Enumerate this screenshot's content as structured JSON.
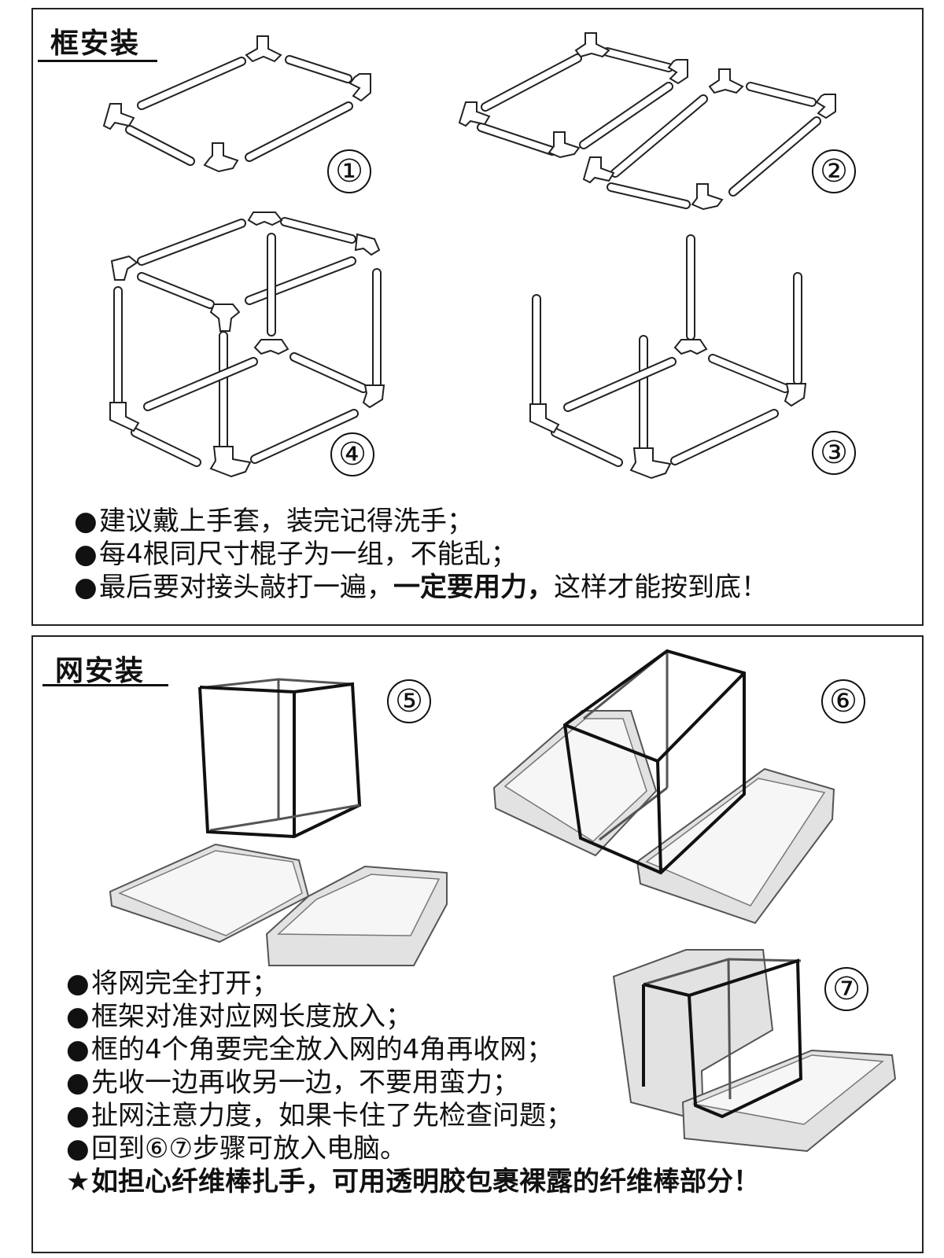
{
  "frame_section": {
    "title": "框安装",
    "steps": [
      "①",
      "②",
      "③",
      "④"
    ],
    "tips": [
      {
        "bullet": "●",
        "text": "建议戴上手套，装完记得洗手；"
      },
      {
        "bullet": "●",
        "text": "每4根同尺寸棍子为一组，不能乱；"
      },
      {
        "bullet": "●",
        "text_before": "最后要对接头敲打一遍，",
        "text_bold": "一定要用力，",
        "text_after": "这样才能按到底！"
      }
    ]
  },
  "net_section": {
    "title": "网安装",
    "steps": [
      "⑤",
      "⑥",
      "⑦"
    ],
    "tips": [
      {
        "bullet": "●",
        "text": "将网完全打开；"
      },
      {
        "bullet": "●",
        "text": "框架对准对应网长度放入；"
      },
      {
        "bullet": "●",
        "text": "框的4个角要完全放入网的4角再收网；"
      },
      {
        "bullet": "●",
        "text": "先收一边再收另一边，不要用蛮力；"
      },
      {
        "bullet": "●",
        "text": "扯网注意力度，如果卡住了先检查问题；"
      },
      {
        "bullet": "●",
        "text": "回到⑥⑦步骤可放入电脑。"
      }
    ],
    "note": {
      "bullet": "★",
      "text": "如担心纤维棒扎手，可用透明胶包裹裸露的纤维棒部分！"
    }
  }
}
